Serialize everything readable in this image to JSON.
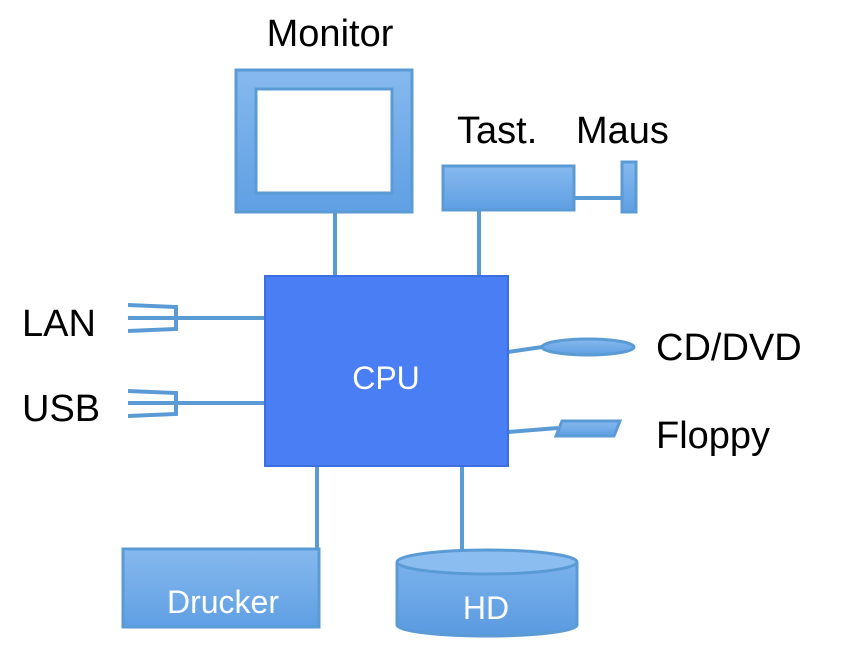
{
  "labels": {
    "monitor": "Monitor",
    "keyboard": "Tast.",
    "mouse": "Maus",
    "lan": "LAN",
    "usb": "USB",
    "cpu": "CPU",
    "cd_dvd": "CD/DVD",
    "floppy": "Floppy",
    "printer": "Drucker",
    "hd": "HD"
  },
  "colors": {
    "cpu_fill": "#4a7ef5",
    "peripheral_fill": "#6aa8e8",
    "peripheral_stroke": "#5b9bd5",
    "wire": "#5b9bd5",
    "label_text": "#000000",
    "inner_text": "#ffffff"
  }
}
